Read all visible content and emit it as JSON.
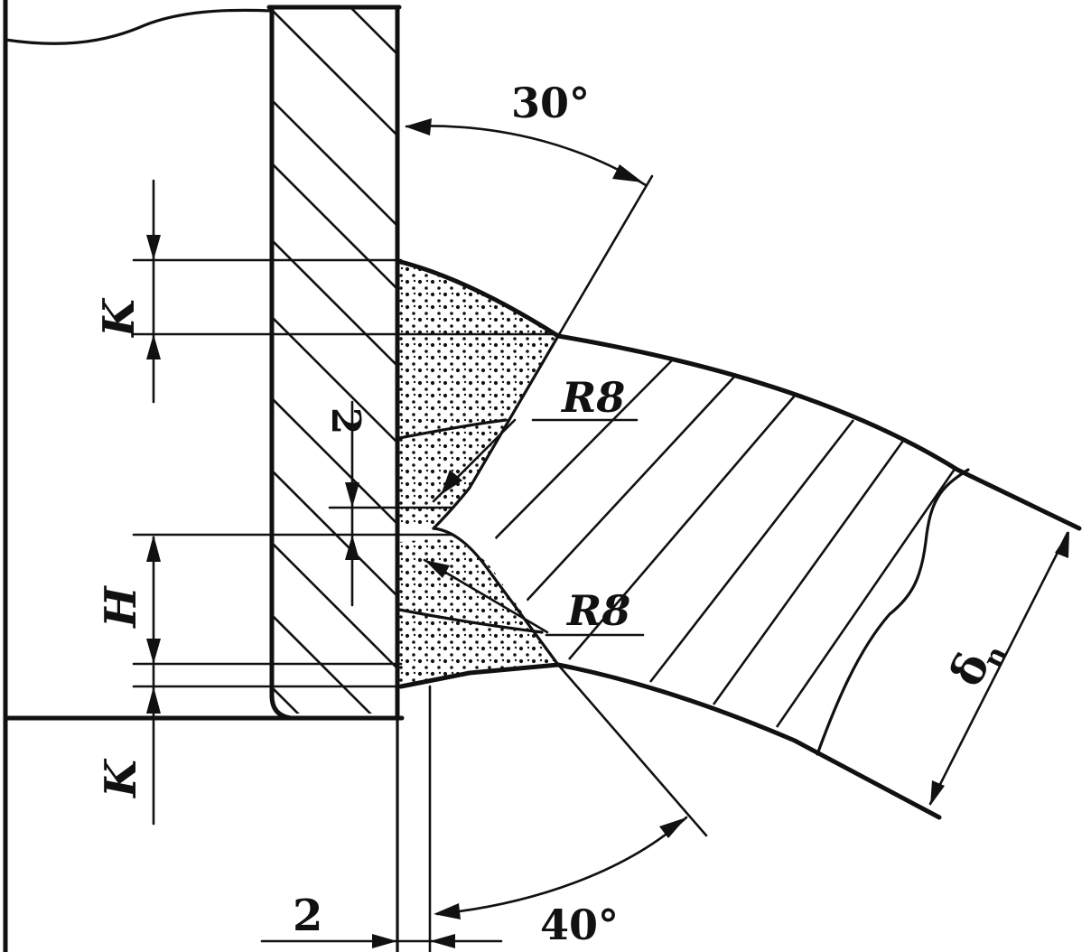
{
  "labels": {
    "angle_top": "30°",
    "angle_bottom": "40°",
    "k_upper": "K",
    "k_lower": "K",
    "h": "H",
    "gap_side": "2",
    "gap_bottom": "2",
    "radius_upper": "R8",
    "radius_lower": "R8",
    "thickness_symbol": "δ",
    "thickness_subscript": "n"
  },
  "colors": {
    "line": "#111111",
    "background": "#ffffff"
  }
}
